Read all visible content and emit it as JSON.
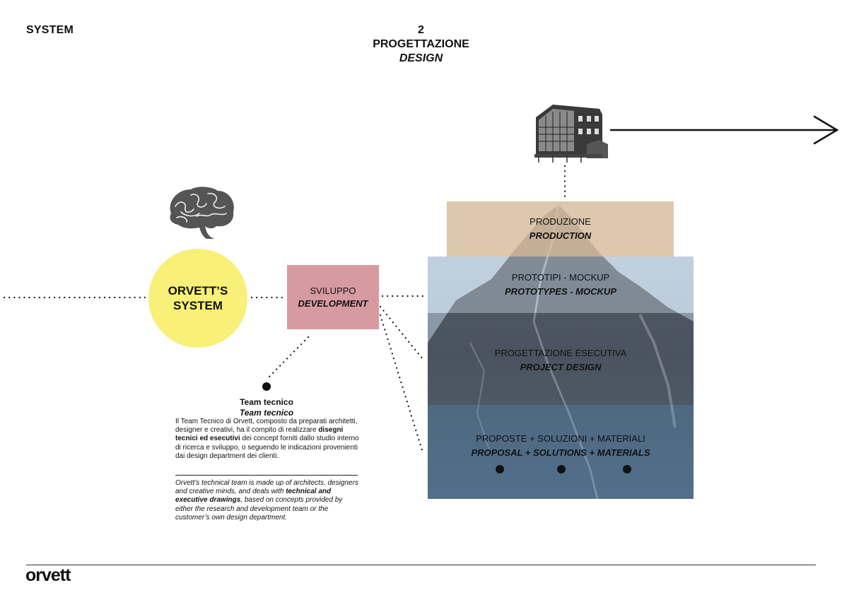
{
  "page": {
    "section_label": "SYSTEM",
    "header": {
      "number": "2",
      "title_it": "PROGETTAZIONE",
      "title_en": "DESIGN"
    }
  },
  "system_node": {
    "line1": "ORVETT’S",
    "line2": "SYSTEM",
    "color": "#f8f078"
  },
  "development": {
    "it": "SVILUPPO",
    "en": "DEVELOPMENT",
    "color": "#d89aa1"
  },
  "stages": [
    {
      "it": "PRODUZIONE",
      "en": "PRODUCTION"
    },
    {
      "it": "PROTOTIPI - MOCKUP",
      "en": "PROTOTYPES - MOCKUP"
    },
    {
      "it": "PROGETTAZIONE ESECUTIVA",
      "en": "PROJECT DESIGN"
    },
    {
      "it": "PROPOSTE + SOLUZIONI + MATERIALI",
      "en": "PROPOSAL + SOLUTIONS + MATERIALS"
    }
  ],
  "team": {
    "title_it": "Team tecnico",
    "title_en": "Team tecnico",
    "text_it_1": "Il Team Tecnico di Orvett, composto da preparati architetti, designer e creativi, ha il compito di realizzare ",
    "text_it_bold": "disegni tecnici ed esecutivi",
    "text_it_2": " dei concept forniti dallo studio interno di ricerca e sviluppo, o seguendo le indicazioni provenienti dai design department dei clienti.",
    "text_en_1": "Orvett’s technical team is made up of architects, designers and creative minds, and deals with ",
    "text_en_bold": "technical and executive drawings",
    "text_en_2": ", based on concepts provided by either the research and development team or the customer’s own design department."
  },
  "footer": {
    "logo": "orvett"
  },
  "icons": [
    "brain-icon",
    "factory-building-icon",
    "arrow-right-icon",
    "mountain-image"
  ]
}
